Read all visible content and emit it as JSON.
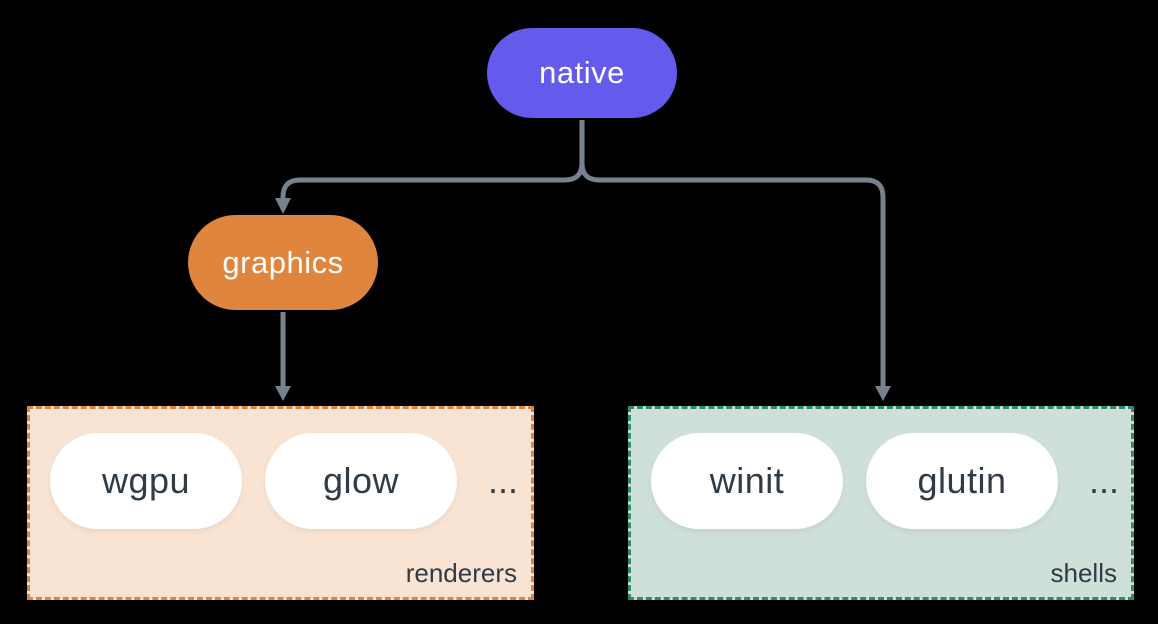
{
  "diagram": {
    "background": "#000000",
    "connector_color": "#76838F",
    "label_color": "#2F3B46",
    "pill": {
      "background": "#FFFFFF",
      "text_color": "#2F3B46"
    },
    "nodes": {
      "native": {
        "label": "native",
        "fill": "#645AEC",
        "text_color": "#FFFFFF"
      },
      "graphics": {
        "label": "graphics",
        "fill": "#E0853E",
        "text_color": "#FFFFFF"
      }
    },
    "groups": {
      "renderers": {
        "label": "renderers",
        "background": "#F9E4D3",
        "border_color": "#E0853E",
        "items": [
          "wgpu",
          "glow"
        ],
        "ellipsis": "..."
      },
      "shells": {
        "label": "shells",
        "background": "#CFE0D8",
        "border_color": "#2E8B77",
        "items": [
          "winit",
          "glutin"
        ],
        "ellipsis": "..."
      }
    }
  }
}
